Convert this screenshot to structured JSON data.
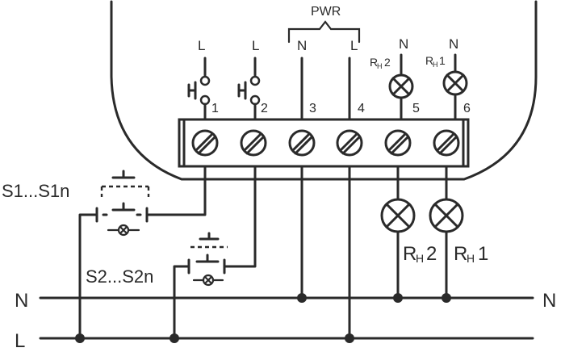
{
  "pwr": "PWR",
  "bus_n": "N",
  "bus_l": "L",
  "terminals": [
    {
      "num": "1",
      "top": "L"
    },
    {
      "num": "2",
      "top": "L"
    },
    {
      "num": "3",
      "top": "N"
    },
    {
      "num": "4",
      "top": "L"
    },
    {
      "num": "5",
      "top": "N",
      "lamp": "RH2"
    },
    {
      "num": "6",
      "top": "N",
      "lamp": "RH1"
    }
  ],
  "switch_group_1": "S1...S1n",
  "switch_group_2": "S2...S2n",
  "lamp_rh2": {
    "main": "R",
    "sub": "H",
    "num": "2"
  },
  "lamp_rh1": {
    "main": "R",
    "sub": "H",
    "num": "1"
  }
}
